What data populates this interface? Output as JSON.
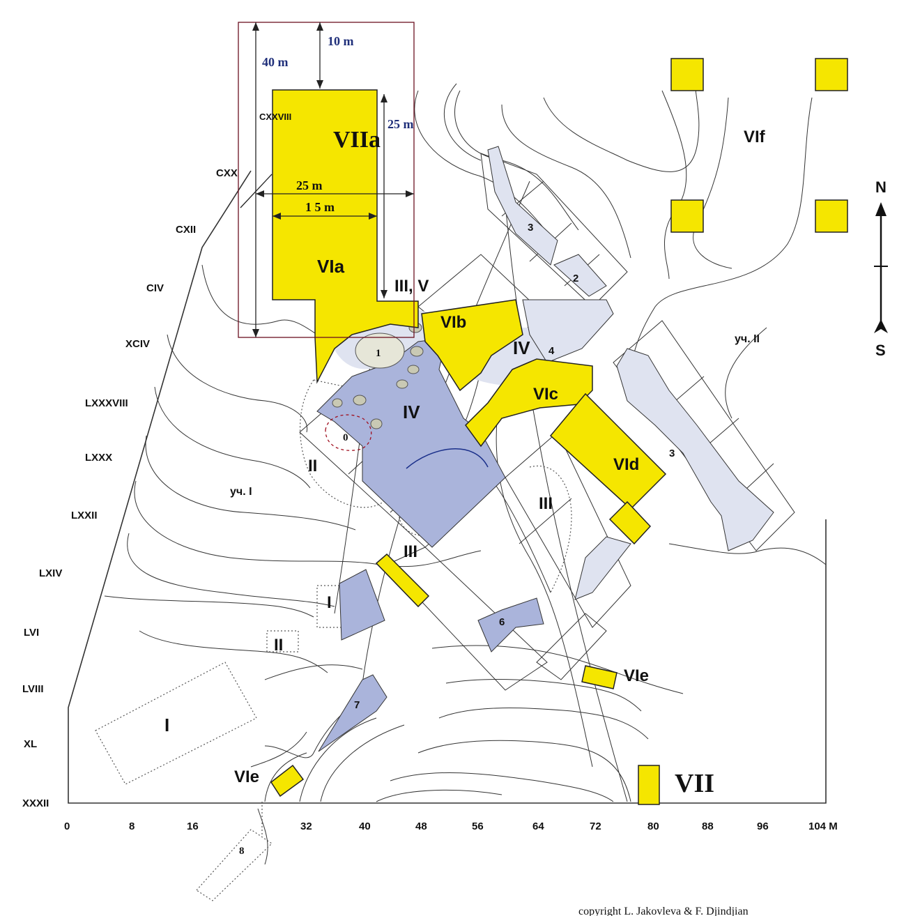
{
  "map": {
    "compass": {
      "north": "N",
      "south": "S"
    },
    "row_labels": [
      "CXX",
      "CXII",
      "CIV",
      "XCIV",
      "LXXXVIII",
      "LXXX",
      "LXXII",
      "LXIV",
      "LVI",
      "LVIII",
      "XL",
      "XXXII"
    ],
    "x_axis": [
      "0",
      "8",
      "16",
      "32",
      "40",
      "48",
      "56",
      "64",
      "72",
      "80",
      "88",
      "96",
      "104 M"
    ],
    "dimensions": {
      "d40": "40 m",
      "d10": "10 m",
      "d25v": "25 m",
      "d25h": "25 m",
      "d15": "1 5 m"
    },
    "excavation_labels": {
      "VIIa": "VIIa",
      "VIa": "VIa",
      "IIIV": "III, V",
      "VIb": "VIb",
      "VIc": "VIc",
      "VId": "VId",
      "VIe1": "VIe",
      "VIe2": "VIe",
      "VIf": "VIf",
      "VII": "VII",
      "IV1": "IV",
      "IV2": "IV",
      "II1": "II",
      "II2": "II",
      "III1": "III",
      "III2": "III",
      "I1": "I",
      "I2": "I",
      "CXXVIII": "CXXVIII"
    },
    "area_labels": {
      "uch1": "уч. I",
      "uch2": "уч. II"
    },
    "trench_numbers": {
      "n0": "0",
      "n1": "1",
      "n2": "2",
      "n3a": "3",
      "n3b": "3",
      "n4": "4",
      "n6": "6",
      "n7": "7",
      "n8": "8"
    },
    "copyright": "copyright L. Jakovleva & F. Djindjian",
    "colors": {
      "yellow": "#f5e600",
      "blue": "#aab4db",
      "light_blue": "#dfe3f0",
      "dimension_text": "#1f2f7a"
    }
  }
}
